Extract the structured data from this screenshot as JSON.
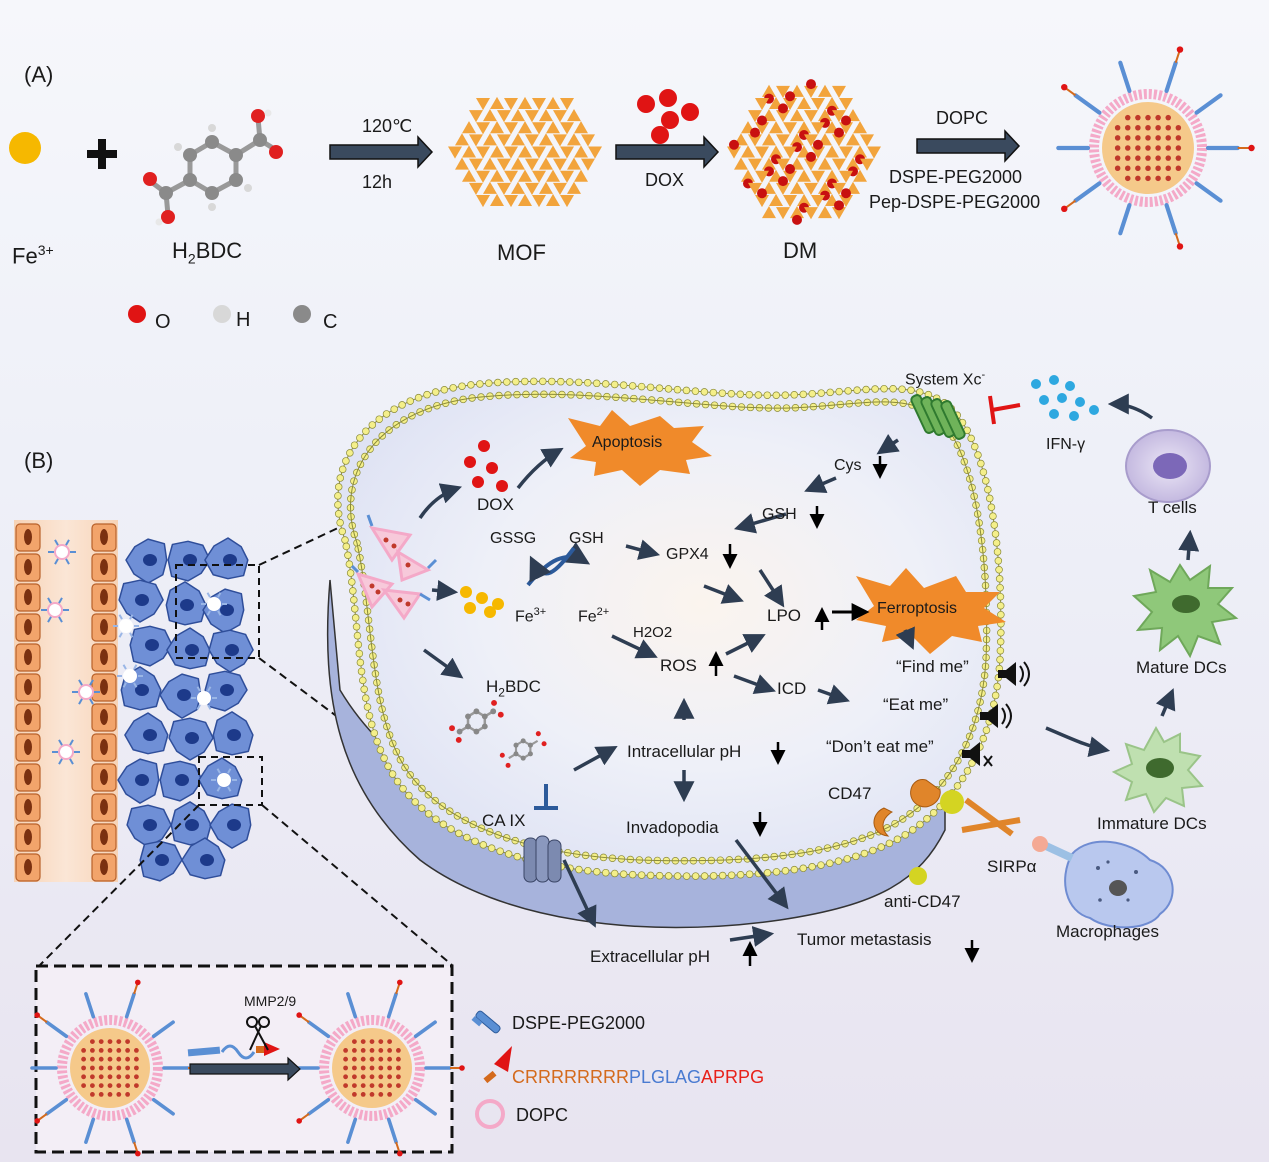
{
  "panelA": {
    "label": "(A)",
    "fe": "Fe",
    "fe_sup": "3+",
    "plus": "+",
    "h2bdc_pre": "H",
    "h2bdc_sub": "2",
    "h2bdc_post": "BDC",
    "cond1_top": "120℃",
    "cond1_bottom": "12h",
    "mof": "MOF",
    "dox": "DOX",
    "dm": "DM",
    "dopc": "DOPC",
    "dspe": "DSPE-PEG2000",
    "pep_dspe": "Pep-DSPE-PEG2000",
    "legend_o": "O",
    "legend_h": "H",
    "legend_c": "C"
  },
  "panelB": {
    "label": "(B)",
    "dox": "DOX",
    "apoptosis": "Apoptosis",
    "gssg": "GSSG",
    "gsh": "GSH",
    "fe3": "Fe",
    "fe3_sup": "3+",
    "fe2": "Fe",
    "fe2_sup": "2+",
    "gpx4": "GPX4",
    "gsh2": "GSH",
    "cys": "Cys",
    "system_xc": "System Xc",
    "system_xc_sup": "-",
    "ifn": "IFN-γ",
    "tcells": "T cells",
    "mature_dcs": "Mature DCs",
    "immature_dcs": "Immature DCs",
    "lpo": "LPO",
    "ferroptosis": "Ferroptosis",
    "h2o2": "H2O2",
    "ros": "ROS",
    "icd": "ICD",
    "find_me": "“Find me”",
    "eat_me": "“Eat me”",
    "dont_eat_me": "“Don’t eat me”",
    "h2bdc_pre": "H",
    "h2bdc_sub": "2",
    "h2bdc_post": "BDC",
    "intracellular_ph": "Intracellular pH",
    "invadopodia": "Invadopodia",
    "ca_ix": "CA IX",
    "cd47": "CD47",
    "sirpa": "SIRPα",
    "anti_cd47": "anti-CD47",
    "macrophages": "Macrophages",
    "extracellular_ph": "Extracellular pH",
    "tumor_metastasis": "Tumor metastasis",
    "mmp": "MMP2/9",
    "legend_dspe": "DSPE-PEG2000",
    "legend_pep_1": "CRRRRRRRR",
    "legend_pep_2": "PLGLAG",
    "legend_pep_3": "APRPG",
    "legend_dopc": "DOPC"
  },
  "colors": {
    "orange": "#f08a2a",
    "dox_red": "#e01414",
    "fe_yellow": "#f6b800",
    "arrow_dark": "#2e3d52",
    "cell_blue": "#6f8fd6",
    "lipid_pink": "#f4a9c8",
    "membrane_yellow": "#f4ef8a",
    "t_cell": "#c9bfe3",
    "dc_green": "#8fc87a"
  }
}
